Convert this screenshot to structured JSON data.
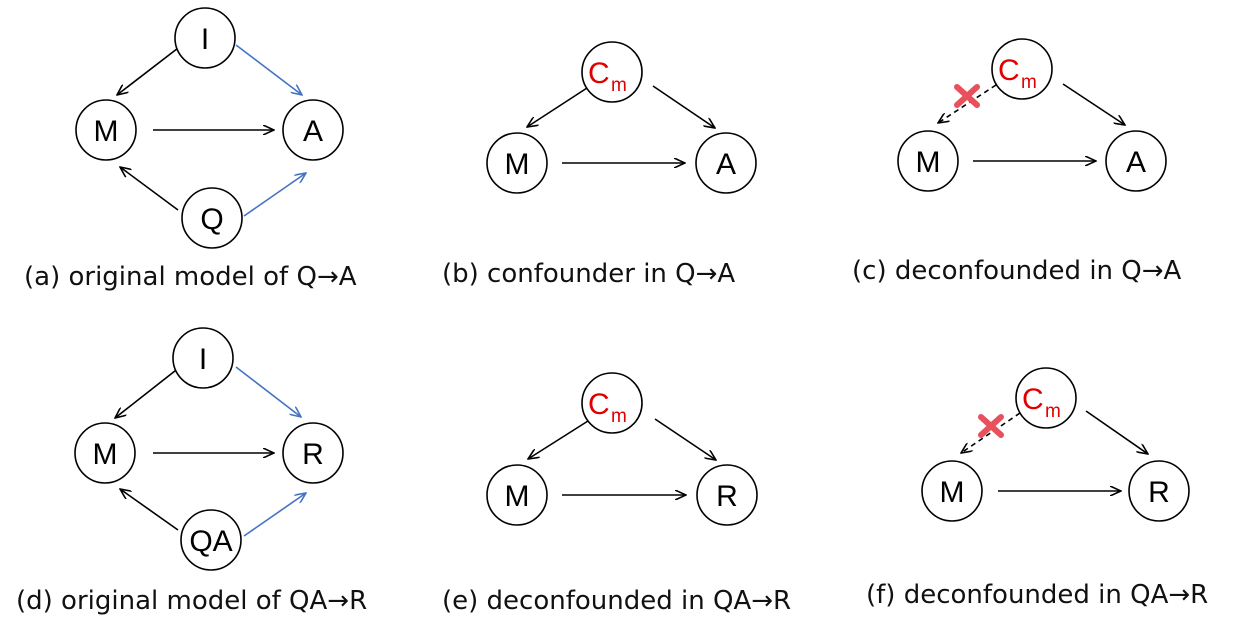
{
  "colors": {
    "edge": "#000000",
    "blue_edge": "#4472c4",
    "confounder": "#e00000",
    "cross": "#e8505b"
  },
  "nodes": {
    "I": "I",
    "M": "M",
    "A": "A",
    "Q": "Q",
    "R": "R",
    "QA": "QA",
    "C": "C",
    "m": "m"
  },
  "captions": {
    "a": "(a) original model of Q→A",
    "b": "(b) confounder in Q→A",
    "c": "(c) deconfounded in Q→A",
    "d": "(d) original model of QA→R",
    "e": "(e) deconfounded in QA→R",
    "f": "(f) deconfounded in QA→R"
  }
}
